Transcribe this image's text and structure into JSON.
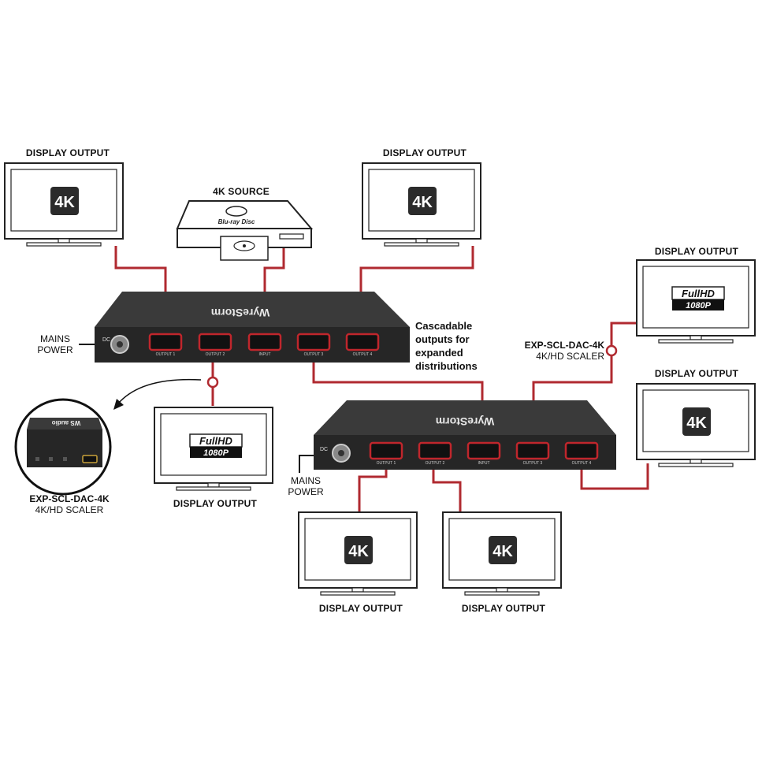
{
  "labels": {
    "display_output": "DISPLAY OUTPUT",
    "source": "4K SOURCE",
    "mains_power_line1": "MAINS",
    "mains_power_line2": "POWER",
    "cascade_note": "Cascadable outputs for expanded distributions",
    "scaler_model": "EXP-SCL-DAC-4K",
    "scaler_desc": "4K/HD SCALER"
  },
  "badges": {
    "uhd": "4K",
    "fullhd_top": "FullHD",
    "fullhd_bottom": "1080P"
  },
  "source_device": {
    "logo_text": "Blu-ray Disc"
  },
  "splitter": {
    "brand": "WyreStorm",
    "ports": [
      "OUTPUT 1",
      "OUTPUT 2",
      "INPUT",
      "OUTPUT 3",
      "OUTPUT 4"
    ],
    "dc_label": "DC"
  },
  "scaler_device": {
    "brand": "WS audio"
  },
  "colors": {
    "cable": "#b02a30",
    "device_body": "#2a2a2a",
    "port_outline": "#c0262c",
    "screen_border": "#222222"
  }
}
